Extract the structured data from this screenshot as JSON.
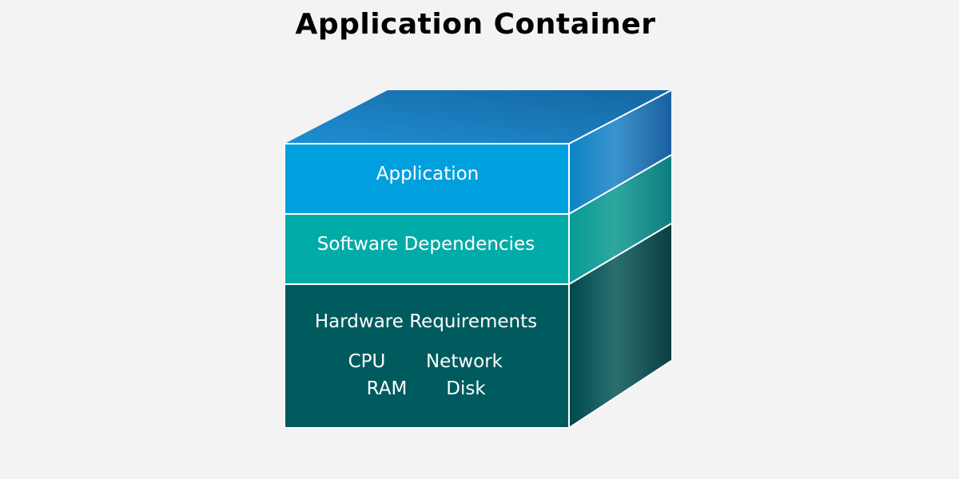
{
  "title": "Application Container",
  "layers": {
    "application": {
      "label": "Application",
      "color": "#00a0df"
    },
    "software": {
      "label": "Software Dependencies",
      "color": "#00aba8"
    },
    "hardware": {
      "label": "Hardware Requirements",
      "color": "#005b5e",
      "items": [
        "CPU",
        "Network",
        "RAM",
        "Disk"
      ]
    }
  },
  "colors": {
    "top_face": "#1878b6",
    "background": "#f3f3f3",
    "edge": "#ffffff"
  }
}
